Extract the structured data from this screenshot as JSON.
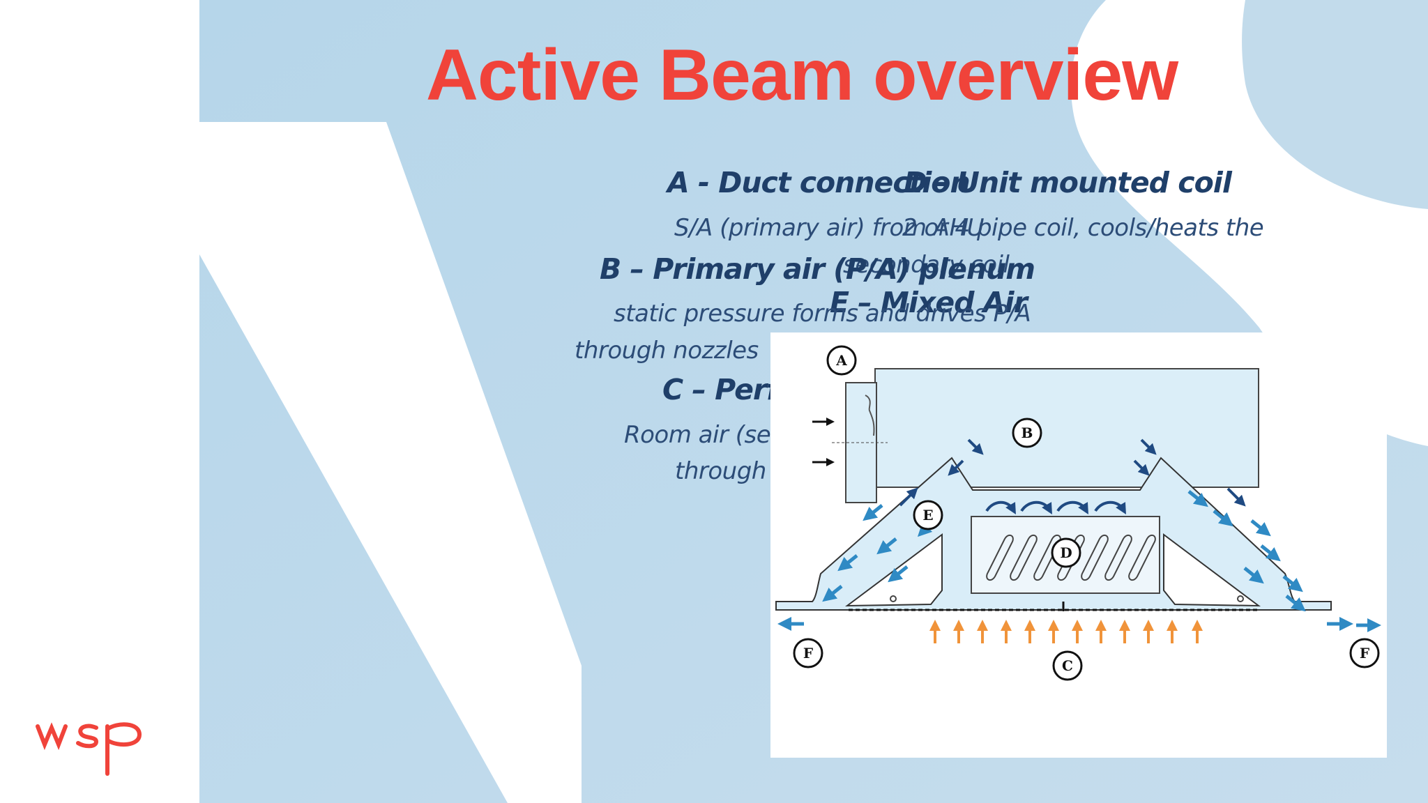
{
  "slide": {
    "title": "Active Beam overview",
    "brand": "wsp",
    "colors": {
      "accent": "#f0433a",
      "heading": "#1f3f69",
      "background": "#bcd9ea"
    }
  },
  "items": [
    {
      "heading": "A - Duct connection",
      "body": "S/A (primary air) from AHU"
    },
    {
      "heading": "B – Primary air (P/A) plenum",
      "body_line1": "static pressure forms and drives P/A",
      "body_line2": "through nozzles"
    },
    {
      "heading": "C – Perf",
      "body_line1": "Room air (se",
      "body_line2": "through"
    },
    {
      "heading": "D - Unit mounted coil",
      "body_line1": "2 or 4 pipe coil, cools/heats the",
      "body_line2": "secondary coil"
    },
    {
      "heading": "E – Mixed Air"
    }
  ],
  "diagram_labels": [
    "A",
    "B",
    "C",
    "D",
    "E",
    "F",
    "F"
  ]
}
